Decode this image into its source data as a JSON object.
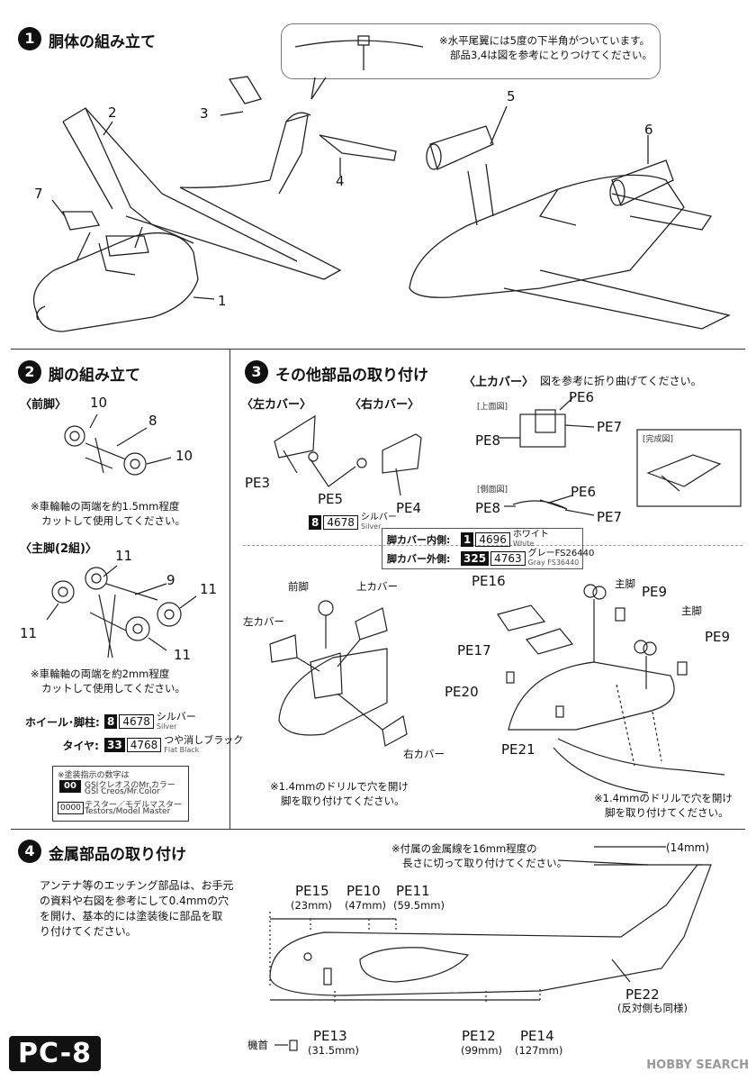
{
  "steps": {
    "s1": {
      "num": "1",
      "title": "胴体の組み立て"
    },
    "s2": {
      "num": "2",
      "title": "脚の組み立て"
    },
    "s3": {
      "num": "3",
      "title": "その他部品の取り付け"
    },
    "s4": {
      "num": "4",
      "title": "金属部品の取り付け"
    }
  },
  "section1": {
    "callout_note_1": "※水平尾翼には5度の下半角がついています。",
    "callout_note_2": "部品3,4は図を参考にとりつけてください。",
    "parts": [
      "1",
      "2",
      "3",
      "4",
      "5",
      "6",
      "7"
    ]
  },
  "section2": {
    "front_gear_label": "〈前脚〉",
    "front_parts": [
      "10",
      "8",
      "10"
    ],
    "front_note_1": "※車輪軸の両端を約1.5mm程度",
    "front_note_2": "カットして使用してください。",
    "main_gear_label": "〈主脚(2組)〉",
    "main_parts": [
      "11",
      "9",
      "11",
      "11",
      "11"
    ],
    "main_note_1": "※車輪軸の両端を約2mm程度",
    "main_note_2": "カットして使用してください。",
    "paint": [
      {
        "label": "ホイール･脚柱:",
        "code": "8",
        "num": "4678",
        "name": "シルバー",
        "name_en": "Silver"
      },
      {
        "label": "タイヤ:",
        "code": "33",
        "num": "4768",
        "name": "つや消しブラック",
        "name_en": "Flat Black"
      }
    ],
    "legend": {
      "title": "※塗装指示の数字は",
      "row1_code": "00",
      "row1_text_1": "GSIクレオスのMr.カラー",
      "row1_text_2": "GSI Creos/Mr.Color",
      "row2_code": "0000",
      "row2_text_1": "テスター／モデルマスター",
      "row2_text_2": "Testors/Model Master"
    }
  },
  "section3": {
    "left_cover": "〈左カバー〉",
    "right_cover": "〈右カバー〉",
    "upper_cover_title": "〈上カバー〉",
    "upper_cover_note": "図を参考に折り曲げてください。",
    "top_view": "[上面図]",
    "side_view": "[側面図]",
    "finished_view": "[完成図]",
    "pe_labels": {
      "pe3": "PE3",
      "pe4": "PE4",
      "pe5": "PE5",
      "pe6a": "PE6",
      "pe7a": "PE7",
      "pe8a": "PE8",
      "pe6b": "PE6",
      "pe7b": "PE7",
      "pe8b": "PE8",
      "pe16": "PE16",
      "pe17": "PE17",
      "pe20": "PE20",
      "pe21": "PE21",
      "pe9a": "PE9",
      "pe9b": "PE9"
    },
    "silver": {
      "code": "8",
      "num": "4678",
      "name": "シルバー",
      "name_en": "Silver"
    },
    "inner": {
      "label": "脚カバー内側:",
      "code": "1",
      "num": "4696",
      "name": "ホワイト",
      "name_en": "White"
    },
    "outer": {
      "label": "脚カバー外側:",
      "code": "325",
      "num": "4763",
      "name": "グレーFS26440",
      "name_en": "Gray FS36440"
    },
    "nose_gear": "前脚",
    "upper_cover": "上カバー",
    "left_cover_b": "左カバー",
    "right_cover_b": "右カバー",
    "main_gear_a": "主脚",
    "main_gear_b": "主脚",
    "drill_note_left_1": "※1.4mmのドリルで穴を開け",
    "drill_note_left_2": "脚を取り付けてください。",
    "drill_note_right_1": "※1.4mmのドリルで穴を開け",
    "drill_note_right_2": "脚を取り付けてください。"
  },
  "section4": {
    "intro": [
      "アンテナ等のエッチング部品は、お手元",
      "の資料や右図を参考にして0.4mmの穴",
      "を開け、基本的には塗装後に部品を取",
      "り付けてください。"
    ],
    "wire_note_1": "※付属の金属線を16mm程度の",
    "wire_note_2": "長さに切って取り付けてください。",
    "tail_dim": "(14mm)",
    "antennas": [
      {
        "name": "PE15",
        "dim": "(23mm)"
      },
      {
        "name": "PE10",
        "dim": "(47mm)"
      },
      {
        "name": "PE11",
        "dim": "(59.5mm)"
      },
      {
        "name": "PE13",
        "dim": "(31.5mm)"
      },
      {
        "name": "PE12",
        "dim": "(99mm)"
      },
      {
        "name": "PE14",
        "dim": "(127mm)"
      }
    ],
    "pe22": "PE22",
    "pe22_note": "(反対側も同様)",
    "nose_label": "機首"
  },
  "footer": {
    "page": "PC-8",
    "watermark": "HOBBY SEARCH"
  }
}
